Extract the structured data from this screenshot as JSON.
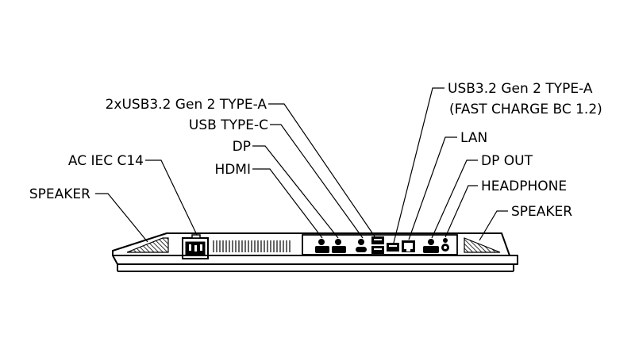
{
  "labels": {
    "usb32_left": "2xUSB3.2 Gen 2 TYPE-A",
    "usb_type_c": "USB TYPE-C",
    "dp": "DP",
    "hdmi": "HDMI",
    "ac_iec_c14": "AC IEC C14",
    "speaker_left": "SPEAKER",
    "usb32_right_line1": "USB3.2 Gen 2 TYPE-A",
    "usb32_right_line2": "(FAST CHARGE BC 1.2)",
    "lan": "LAN",
    "dp_out": "DP OUT",
    "headphone": "HEADPHONE",
    "speaker_right": "SPEAKER"
  }
}
